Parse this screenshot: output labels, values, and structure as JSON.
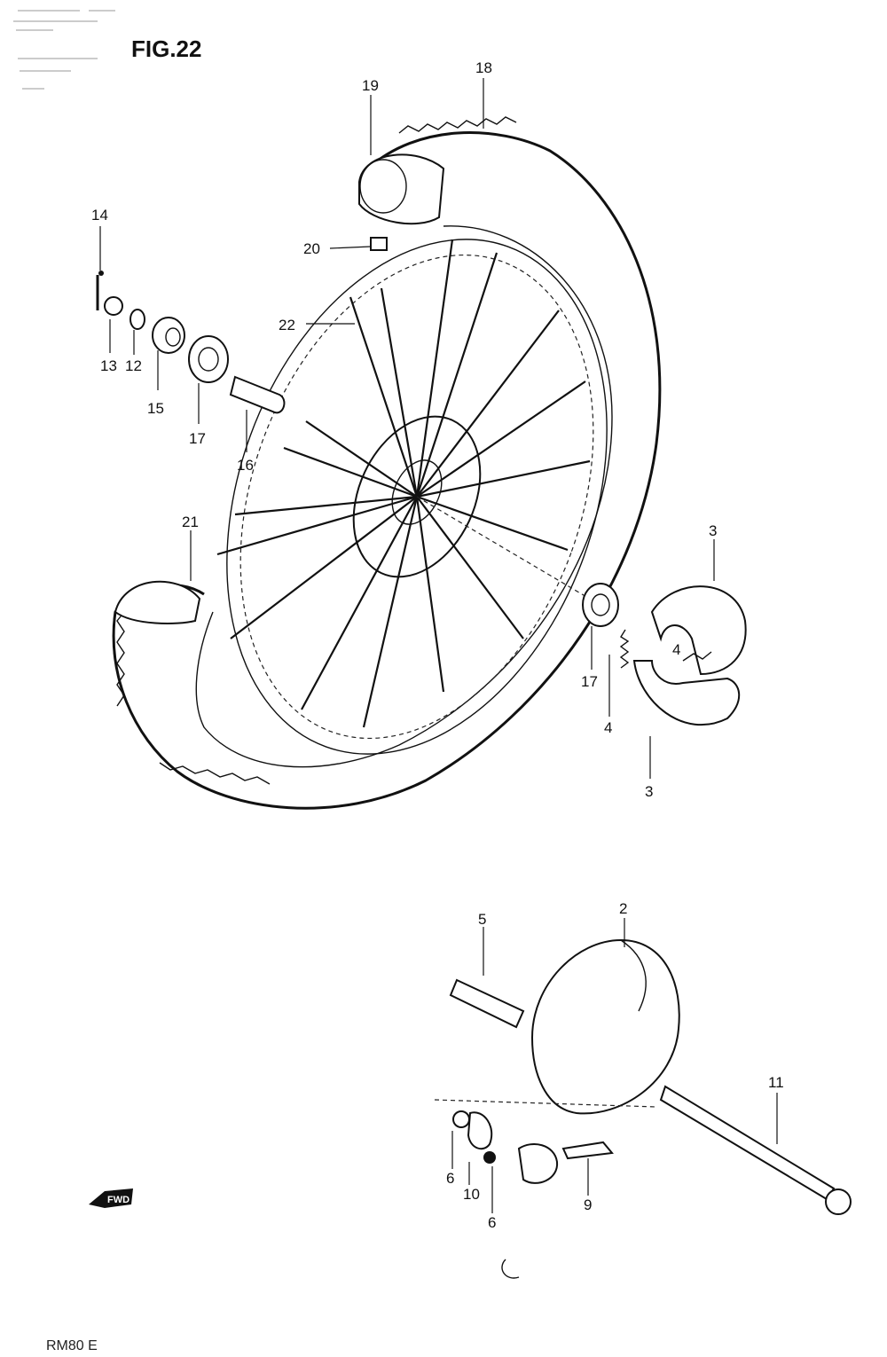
{
  "figure": {
    "title": "FIG.22",
    "footer": "RM80 E",
    "fwd_label": "FWD"
  },
  "callouts": [
    {
      "id": "c18",
      "text": "18"
    },
    {
      "id": "c19",
      "text": "19"
    },
    {
      "id": "c20",
      "text": "20"
    },
    {
      "id": "c14",
      "text": "14"
    },
    {
      "id": "c13",
      "text": "13"
    },
    {
      "id": "c12",
      "text": "12"
    },
    {
      "id": "c15",
      "text": "15"
    },
    {
      "id": "c17a",
      "text": "17"
    },
    {
      "id": "c16",
      "text": "16"
    },
    {
      "id": "c22",
      "text": "22"
    },
    {
      "id": "c21",
      "text": "21"
    },
    {
      "id": "c3a",
      "text": "3"
    },
    {
      "id": "c4a",
      "text": "4"
    },
    {
      "id": "c17b",
      "text": "17"
    },
    {
      "id": "c4b",
      "text": "4"
    },
    {
      "id": "c3b",
      "text": "3"
    },
    {
      "id": "c2",
      "text": "2"
    },
    {
      "id": "c5",
      "text": "5"
    },
    {
      "id": "c11",
      "text": "11"
    },
    {
      "id": "c6a",
      "text": "6"
    },
    {
      "id": "c10",
      "text": "10"
    },
    {
      "id": "c6b",
      "text": "6"
    },
    {
      "id": "c9",
      "text": "9"
    }
  ]
}
